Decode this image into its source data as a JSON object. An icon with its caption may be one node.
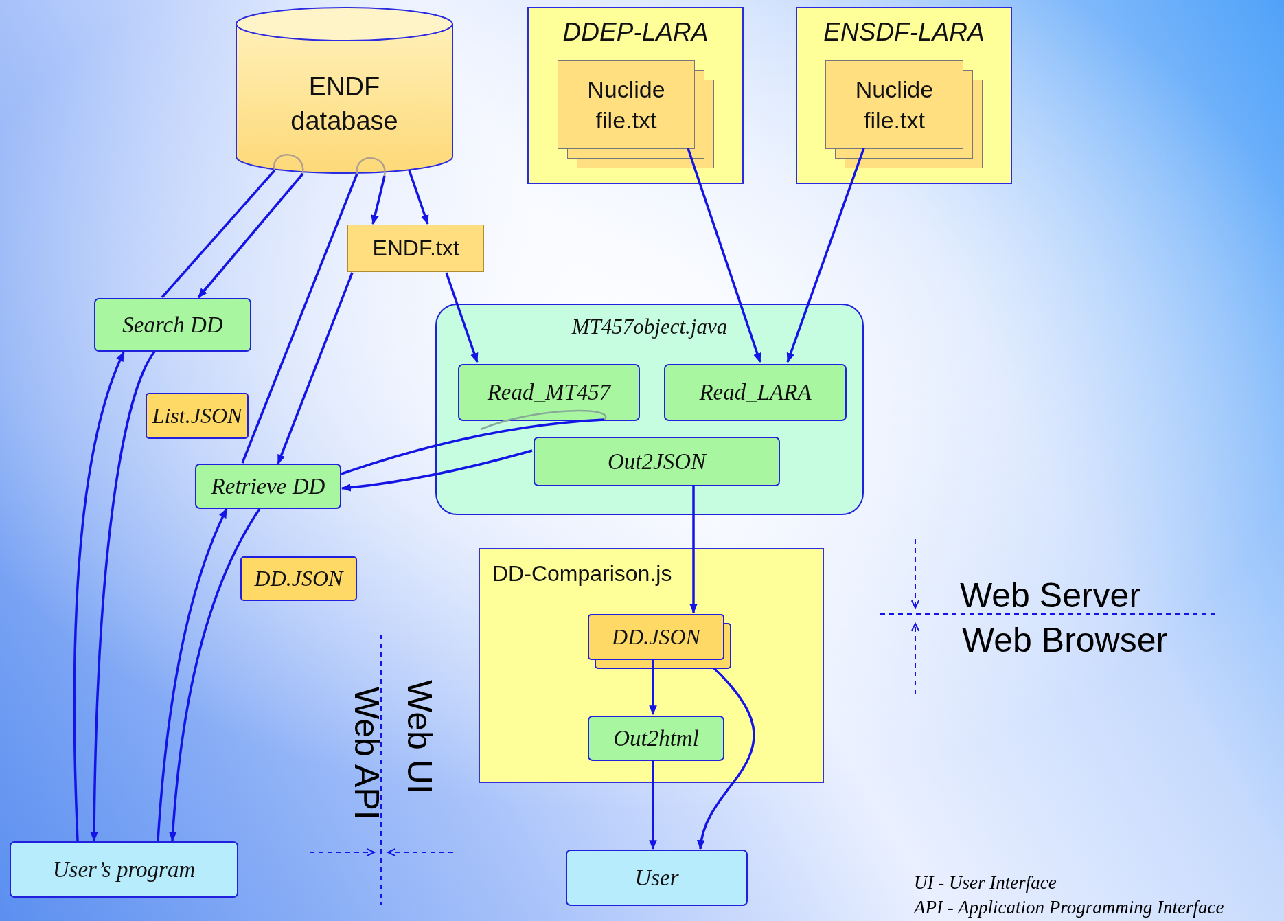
{
  "diagram": {
    "nodes": [
      {
        "text": [
          "ENDF database"
        ]
      },
      {
        "text": [
          "DDEP-LARA"
        ]
      },
      {
        "text": [
          "Nuclide file.txt"
        ],
        "in": 1
      },
      {
        "text": [
          "ENSDF-LARA"
        ]
      },
      {
        "text": [
          "Nuclide file.txt"
        ],
        "in": 3
      },
      {
        "text": [
          "ENDF.txt"
        ]
      },
      {
        "text": [
          "Search DD"
        ]
      },
      {
        "text": [
          "List.JSON"
        ]
      },
      {
        "text": [
          "MT457object.java"
        ]
      },
      {
        "text": [
          "Read_MT457"
        ],
        "in": 8
      },
      {
        "text": [
          "Read_LARA"
        ],
        "in": 8
      },
      {
        "text": [
          "Out2JSON"
        ],
        "in": 8
      },
      {
        "text": [
          "Retrieve DD"
        ]
      },
      {
        "text": [
          "DD.JSON"
        ]
      },
      {
        "text": [
          "DD-Comparison.js"
        ]
      },
      {
        "text": [
          "DD.JSON"
        ],
        "in": 14
      },
      {
        "text": [
          "Out2html"
        ],
        "in": 14
      },
      {
        "text": [
          "User’s program"
        ]
      },
      {
        "text": [
          "User"
        ]
      }
    ],
    "edges": [
      {
        "from": 6,
        "to": 0,
        "arrow": "none"
      },
      {
        "from": 0,
        "to": 6,
        "arrow": "to"
      },
      {
        "from": 12,
        "to": 0,
        "arrow": "none"
      },
      {
        "from": 0,
        "to": 5,
        "arrow": "to"
      },
      {
        "from": 0,
        "to": 5,
        "arrow": "to"
      },
      {
        "from": 5,
        "to": 12,
        "arrow": "to"
      },
      {
        "from": 5,
        "to": 9,
        "arrow": "to"
      },
      {
        "from": 2,
        "to": 10,
        "arrow": "to"
      },
      {
        "from": 4,
        "to": 10,
        "arrow": "to"
      },
      {
        "from": 12,
        "to": 9,
        "arrow": "none"
      },
      {
        "from": 11,
        "to": 12,
        "arrow": "to"
      },
      {
        "from": 11,
        "to": 15,
        "arrow": "to"
      },
      {
        "from": 15,
        "to": 16,
        "arrow": "to"
      },
      {
        "from": 16,
        "to": 18,
        "arrow": "to"
      },
      {
        "from": 15,
        "to": 18,
        "arrow": "to"
      },
      {
        "from": 17,
        "to": 6,
        "arrow": "to"
      },
      {
        "from": 6,
        "to": 17,
        "arrow": "to"
      },
      {
        "from": 17,
        "to": 12,
        "arrow": "to"
      },
      {
        "from": 12,
        "to": 17,
        "arrow": "to"
      }
    ],
    "labels": [
      "Web UI",
      "Web API",
      "Web Server",
      "Web Browser",
      "UI - User Interface",
      "API - Application Programming Interface"
    ]
  }
}
